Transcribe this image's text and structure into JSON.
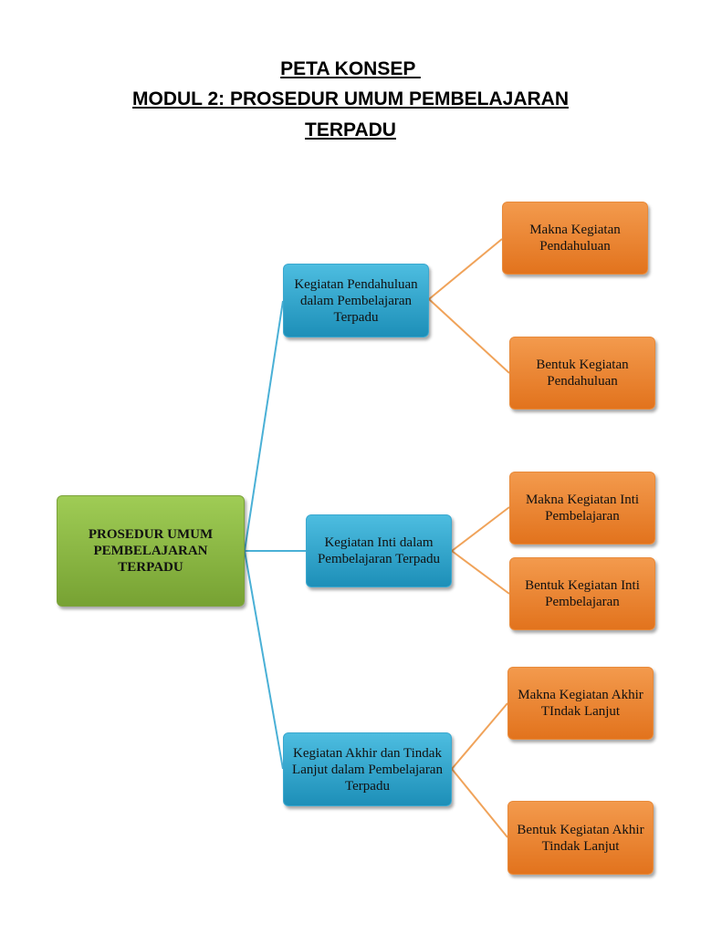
{
  "title": {
    "line1": "PETA KONSEP ",
    "line2": "MODUL 2: PROSEDUR UMUM PEMBELAJARAN",
    "line3": "TERPADU"
  },
  "root": "PROSEDUR UMUM PEMBELAJARAN TERPADU",
  "branches": [
    {
      "label": "Kegiatan Pendahuluan dalam Pembelajaran Terpadu",
      "children": [
        "Makna Kegiatan Pendahuluan",
        "Bentuk Kegiatan Pendahuluan"
      ]
    },
    {
      "label": "Kegiatan Inti dalam Pembelajaran Terpadu",
      "children": [
        "Makna Kegiatan Inti Pembelajaran",
        "Bentuk Kegiatan Inti Pembelajaran"
      ]
    },
    {
      "label": "Kegiatan  Akhir dan Tindak Lanjut dalam Pembelajaran Terpadu",
      "children": [
        "Makna Kegiatan Akhir TIndak Lanjut",
        "Bentuk Kegiatan Akhir Tindak Lanjut"
      ]
    }
  ],
  "colors": {
    "root_fill": "#8bb944",
    "branch_fill": "#31a5cf",
    "leaf_fill": "#ec8430",
    "root_connector": "#4ab0d6",
    "leaf_connector": "#f0a35a"
  }
}
